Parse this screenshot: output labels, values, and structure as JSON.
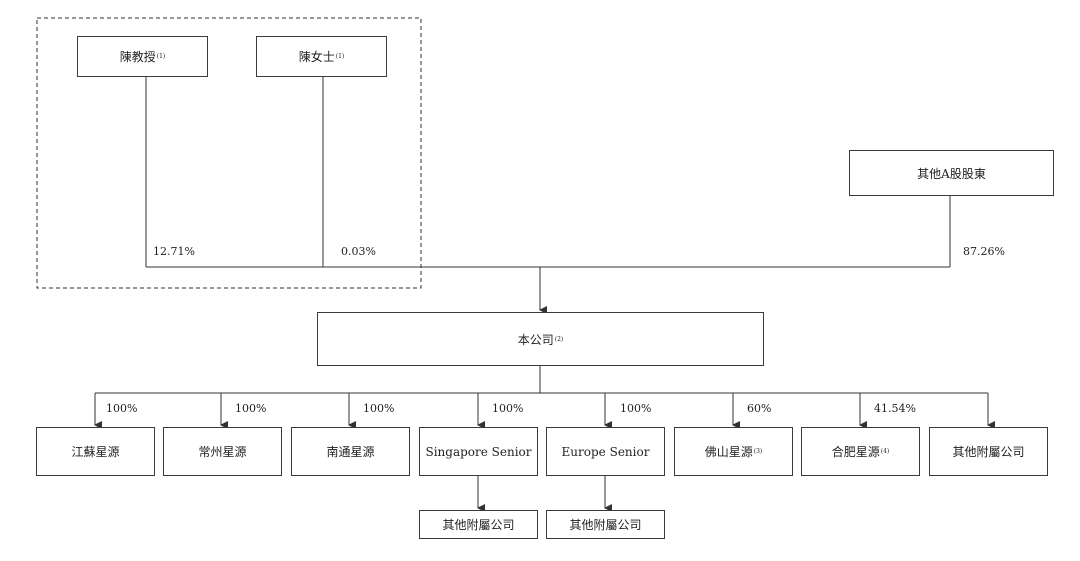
{
  "shareholders": {
    "prof_chen": {
      "label": "陳教授",
      "note": "(1)"
    },
    "ms_chen": {
      "label": "陳女士",
      "note": "(1)"
    },
    "other_a_shareholders": {
      "label": "其他A股股東"
    }
  },
  "ownership": {
    "prof_chen_pct": "12.71%",
    "ms_chen_pct": "0.03%",
    "other_pct": "87.26%"
  },
  "company": {
    "label": "本公司",
    "note": "(2)"
  },
  "subsidiaries": [
    {
      "label": "江蘇星源",
      "note": "",
      "pct": "100%"
    },
    {
      "label": "常州星源",
      "note": "",
      "pct": "100%"
    },
    {
      "label": "南通星源",
      "note": "",
      "pct": "100%"
    },
    {
      "label": "Singapore Senior",
      "note": "",
      "pct": "100%"
    },
    {
      "label": "Europe Senior",
      "note": "",
      "pct": "100%"
    },
    {
      "label": "佛山星源",
      "note": "(3)",
      "pct": "60%"
    },
    {
      "label": "合肥星源",
      "note": "(4)",
      "pct": "41.54%"
    },
    {
      "label": "其他附屬公司",
      "note": "",
      "pct": ""
    }
  ],
  "sub_subsidiaries": [
    {
      "label": "其他附屬公司"
    },
    {
      "label": "其他附屬公司"
    }
  ]
}
